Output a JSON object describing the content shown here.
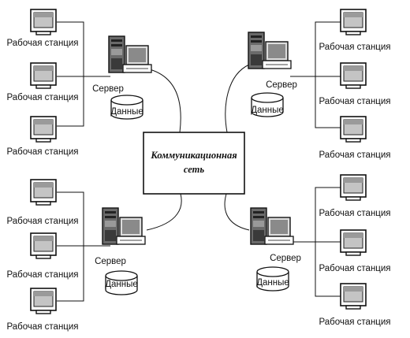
{
  "network": {
    "label_line1": "Коммуникационная",
    "label_line2": "сеть"
  },
  "labels": {
    "workstation": "Рабочая станция",
    "server": "Сервер",
    "data": "Данные"
  }
}
